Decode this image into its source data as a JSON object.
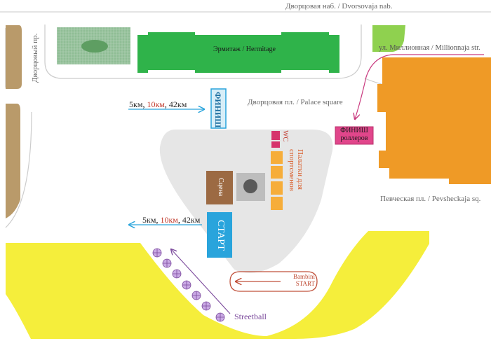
{
  "streets": {
    "top": "Дворцовая наб. / Dvorsovaja nab.",
    "left": "Дворцовый пр.",
    "square": "Дворцовая пл. / Palace square",
    "millionnaja": "ул. Миллионная / Millionnaja str.",
    "pevcheskaja": "Певческая пл. / Pevsheckaja sq."
  },
  "buildings": {
    "hermitage": "Эрмитаж / Hermitage"
  },
  "finish": {
    "label": "ФИНИШ",
    "distances": [
      "5км",
      "10км",
      "42км"
    ],
    "separator": ", "
  },
  "start": {
    "label": "СТАРТ",
    "distances": [
      "5км",
      "10км",
      "42км"
    ],
    "separator": ", "
  },
  "rollers_finish": {
    "line1": "ФИНИШ",
    "line2": "роллеров"
  },
  "facilities": {
    "wc": "WC",
    "tents": "Палатки для спортсменов",
    "stage": "Сцена",
    "bambini_line1": "Bambini",
    "bambini_line2": "START",
    "streetball": "Streetball"
  },
  "colors": {
    "hermitage_green": "#2fb34a",
    "park_green": "#8fd14f",
    "parking_brown": "#b99a6a",
    "orange_building": "#ef9a26",
    "yellow_area": "#f5ee3b",
    "square_gray": "#e6e6e6",
    "start_blue": "#29a4dc",
    "finish_box": "#d7eef8",
    "rollers_pink": "#e1468b",
    "tent_orange": "#f6ad3a",
    "stage_brown": "#9c6a43",
    "streetball_purple": "#7b4a9c",
    "bambini_red": "#c0503a"
  }
}
